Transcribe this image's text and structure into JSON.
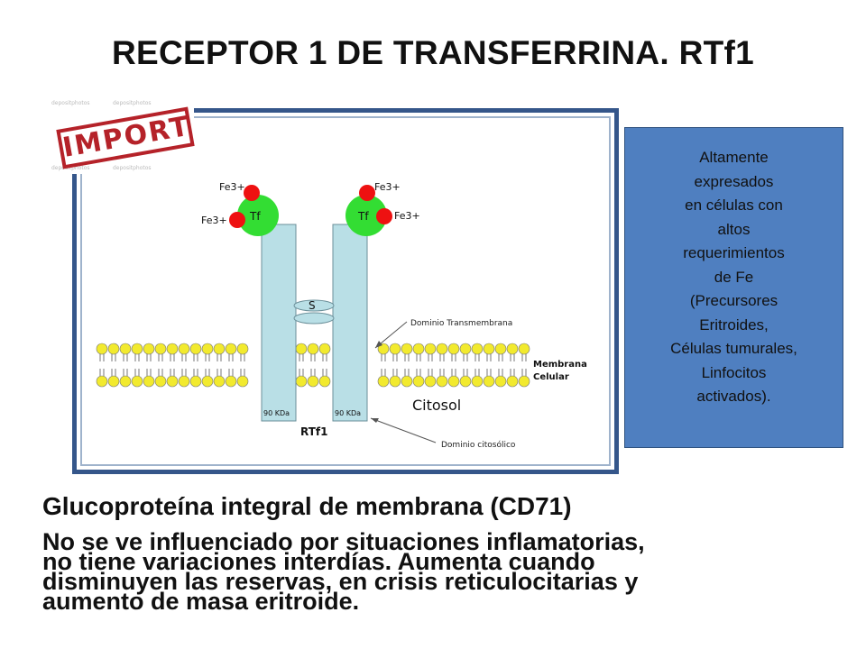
{
  "title": "RECEPTOR 1 DE TRANSFERRINA. RTf1",
  "stamp": {
    "label": "IMPORT",
    "watermark": "depositphotos"
  },
  "diagram": {
    "fe_label": "Fe3+",
    "tf_label": "Tf",
    "s_label": "S",
    "transmembrane_label": "Dominio Transmembrana",
    "membrane_label_1": "Membrana",
    "membrane_label_2": "Celular",
    "kda_left": "90 KDa",
    "kda_right": "90 KDa",
    "citosol_label": "Citosol",
    "rtf1_label": "RTf1",
    "cytosolic_label": "Dominio citosólico"
  },
  "callout": {
    "lines": [
      "Altamente",
      "expresados",
      "en células con",
      "altos",
      "requerimientos",
      "de Fe",
      "(Precursores",
      "Eritroides,",
      "Células tumurales,",
      "Linfocitos",
      "activados)."
    ]
  },
  "body": {
    "line1": "Glucoproteína integral de membrana (CD71)",
    "para_lines": [
      "No se ve influenciado por situaciones inflamatorias,",
      "no tiene variaciones interdías. Aumenta cuando",
      "disminuyen las reservas, en crisis reticulocitarias y",
      "aumento de masa eritroide."
    ]
  },
  "colors": {
    "frame": "#35568a",
    "callout_bg": "#4f7fc0",
    "stamp": "#b52229",
    "tf_green": "#33dd33",
    "fe_red": "#ee1111",
    "receptor": "#b9dfe6",
    "lipid_head": "#f2ea2e"
  }
}
